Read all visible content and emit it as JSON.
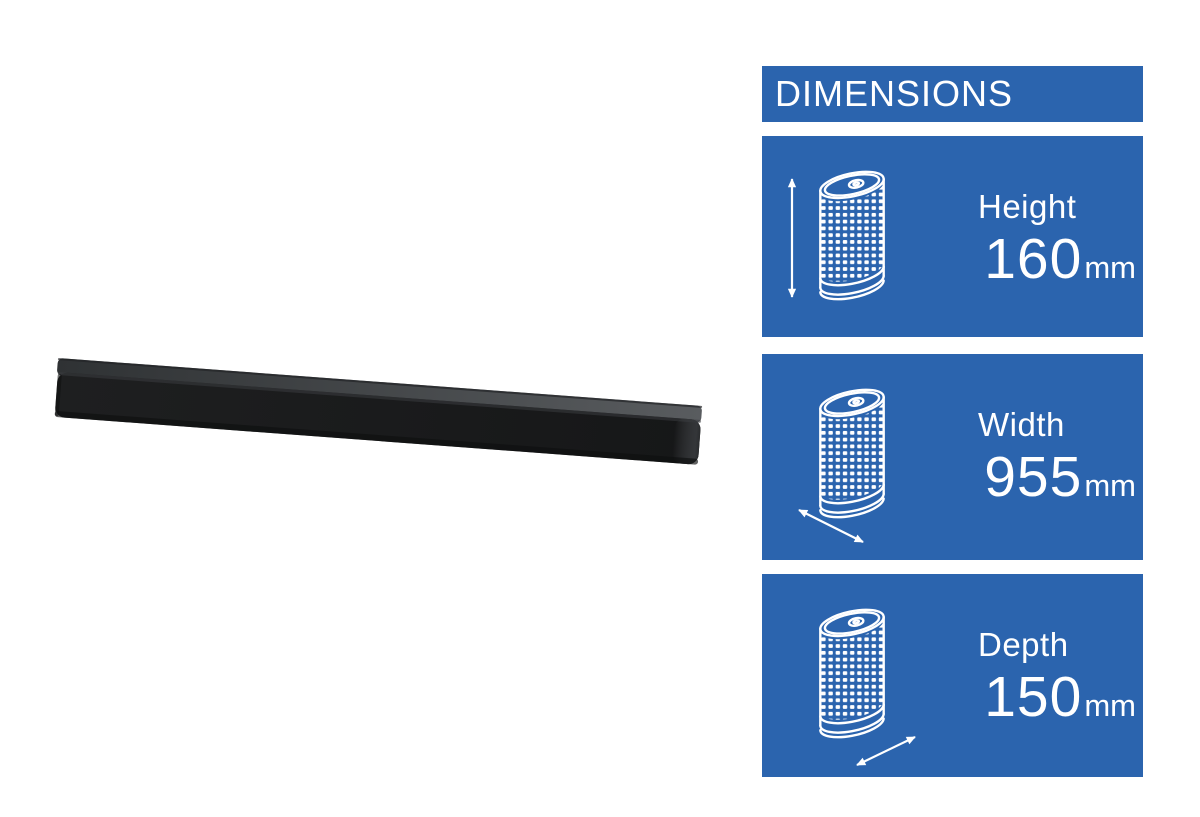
{
  "panel": {
    "header": {
      "title": "DIMENSIONS"
    },
    "accent_color": "#2b64ae",
    "text_color": "#ffffff",
    "cards": [
      {
        "id": "height",
        "label": "Height",
        "value": "160",
        "unit": "mm",
        "icon": "speaker-cylinder-icon",
        "arrow_icon": "vertical-double-arrow-icon"
      },
      {
        "id": "width",
        "label": "Width",
        "value": "955",
        "unit": "mm",
        "icon": "speaker-cylinder-icon",
        "arrow_icon": "diagonal-double-arrow-front-icon"
      },
      {
        "id": "depth",
        "label": "Depth",
        "value": "150",
        "unit": "mm",
        "icon": "speaker-cylinder-icon",
        "arrow_icon": "diagonal-double-arrow-side-icon"
      }
    ]
  },
  "product_image": {
    "semantic": "soundbar-render",
    "colors": {
      "top_face": "#595c5f",
      "front_face": "#1b1c1d"
    }
  }
}
